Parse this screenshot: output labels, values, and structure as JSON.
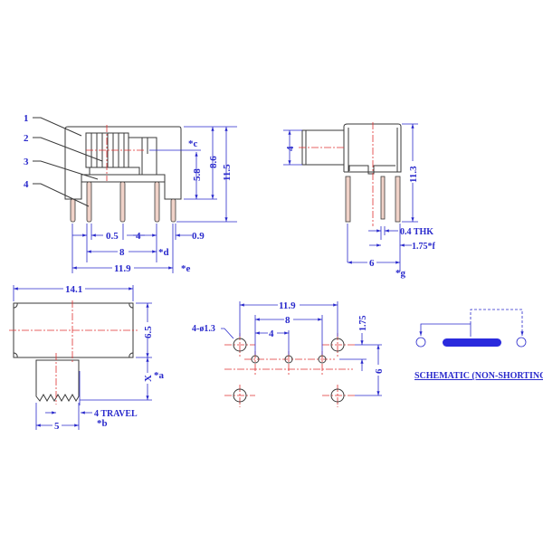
{
  "front_view": {
    "part_labels": [
      "1",
      "2",
      "3",
      "4"
    ],
    "dims": {
      "d0_5": "0.5",
      "d4": "4",
      "d0_9": "0.9",
      "d8": "8",
      "d11_9": "11.9",
      "d5_8": "5.8",
      "d8_6": "8.6",
      "d11_5": "11.5"
    },
    "notes": {
      "c": "*c",
      "d": "*d",
      "e": "*e"
    }
  },
  "side_view": {
    "dims": {
      "d4": "4",
      "d11_3": "11.3",
      "thk": "0.4 THK",
      "f": "1.75*f",
      "d6": "6"
    },
    "notes": {
      "g": "*g"
    }
  },
  "top_view": {
    "dims": {
      "d14_1": "14.1",
      "d6_5": "6.5",
      "x": "X",
      "d5": "5",
      "travel": "4 TRAVEL"
    },
    "notes": {
      "a": "*a",
      "b": "*b"
    }
  },
  "pcb_layout": {
    "hole_label": "4-ø1.3",
    "dims": {
      "d11_9": "11.9",
      "d8": "8",
      "d4": "4",
      "d1_75": "1.75",
      "d6": "6"
    }
  },
  "schematic": {
    "title": "SCHEMATIC (NON-SHORTING)",
    "bar_color": "#2a2add"
  },
  "colors": {
    "outline": "#3a3a3a",
    "dimension": "#2a2acc",
    "centerline": "#e03030"
  }
}
